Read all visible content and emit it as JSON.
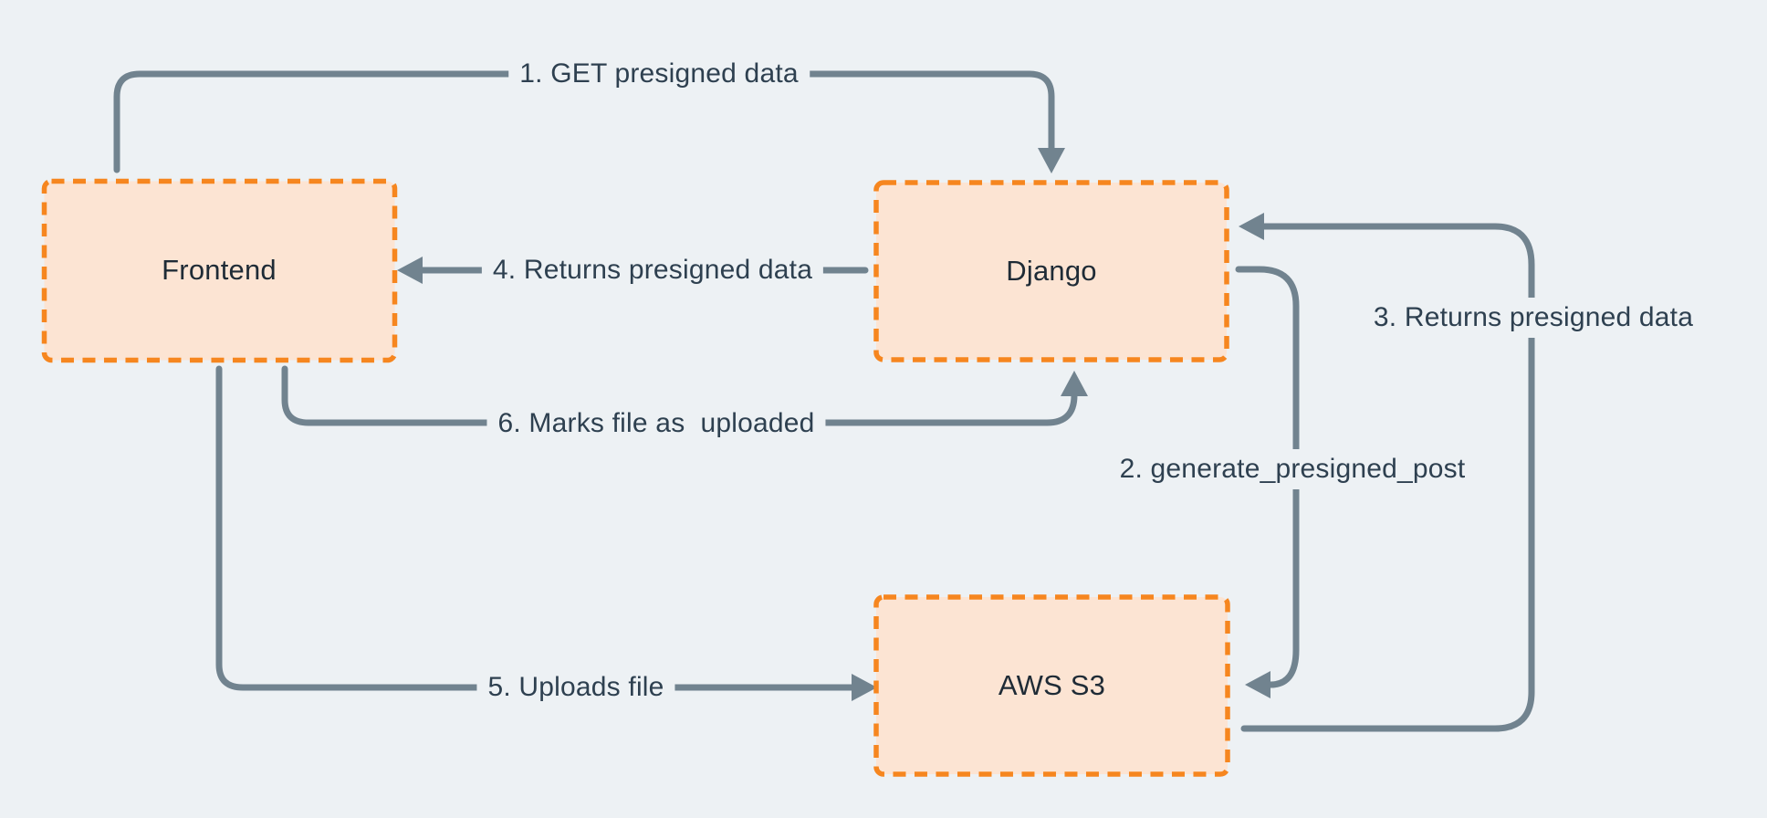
{
  "canvas": {
    "background": "#EDF1F4"
  },
  "colors": {
    "node_fill": "#FCE4D3",
    "node_border": "#F6861F",
    "arrow": "#71838F",
    "edge_label_text": "#2E4050",
    "node_label_text": "#1F2B36"
  },
  "nodes": {
    "frontend": {
      "label": "Frontend"
    },
    "django": {
      "label": "Django"
    },
    "aws_s3": {
      "label": "AWS S3"
    }
  },
  "edges": [
    {
      "num": "1",
      "label": "1. GET presigned data",
      "from": "Frontend",
      "to": "Django"
    },
    {
      "num": "2",
      "label": "2. generate_presigned_post",
      "from": "Django",
      "to": "AWS S3"
    },
    {
      "num": "3",
      "label": "3. Returns presigned data",
      "from": "AWS S3",
      "to": "Django"
    },
    {
      "num": "4",
      "label": "4. Returns presigned data",
      "from": "Django",
      "to": "Frontend"
    },
    {
      "num": "5",
      "label": "5. Uploads file",
      "from": "Frontend",
      "to": "AWS S3"
    },
    {
      "num": "6",
      "label": "6. Marks file as  uploaded",
      "from": "Frontend",
      "to": "Django"
    }
  ]
}
